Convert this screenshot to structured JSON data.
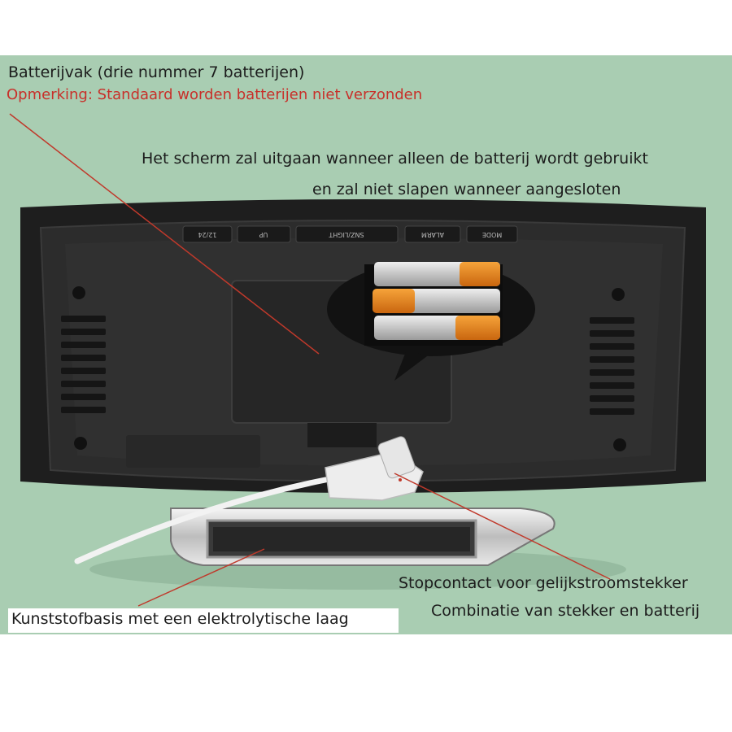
{
  "labels": {
    "battery_title": "Batterijvak (drie nummer 7 batterijen)",
    "battery_note": "Opmerking: Standaard worden batterijen niet verzonden",
    "screen_line1": "Het scherm zal uitgaan wanneer alleen de batterij wordt gebruikt",
    "screen_line2": "en zal niet slapen wanneer aangesloten",
    "dc_line1": "Stopcontact voor gelijkstroomstekker",
    "dc_line2": "Combinatie van stekker en batterij",
    "base_label": "Kunststofbasis met een elektrolytische laag"
  },
  "buttons": [
    "12/24",
    "UP",
    "SNZ/LIGHT",
    "ALARM",
    "MODE"
  ],
  "colors": {
    "background": "#a9cdb2",
    "note_text": "#c8302a",
    "leader_line": "#c0392b",
    "clock_body": "#222222"
  }
}
